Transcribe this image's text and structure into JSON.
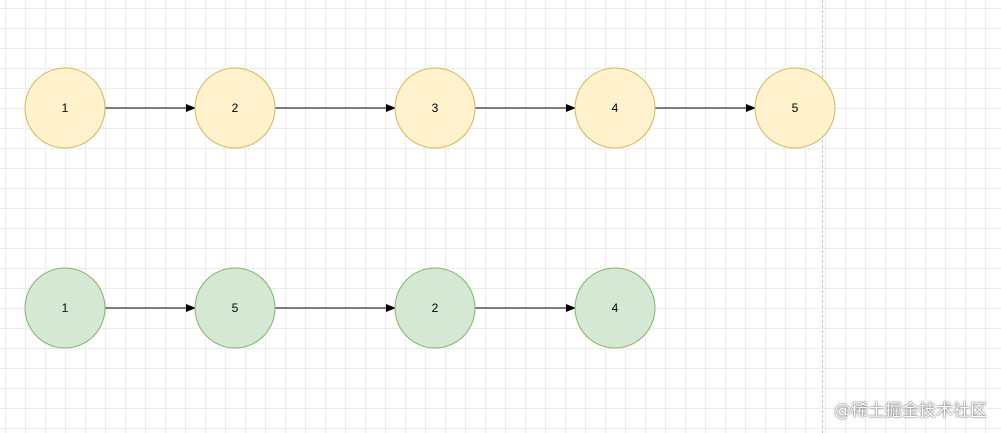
{
  "colors": {
    "yellow_fill": "#fff2cc",
    "yellow_stroke": "#d6b656",
    "green_fill": "#d5e8d4",
    "green_stroke": "#82b366",
    "edge": "#000000"
  },
  "rows": [
    {
      "color": "yellow",
      "labels": [
        "1",
        "2",
        "3",
        "4",
        "5"
      ]
    },
    {
      "color": "green",
      "labels": [
        "1",
        "5",
        "2",
        "4"
      ]
    }
  ],
  "watermark": "@稀土掘金技术社区"
}
